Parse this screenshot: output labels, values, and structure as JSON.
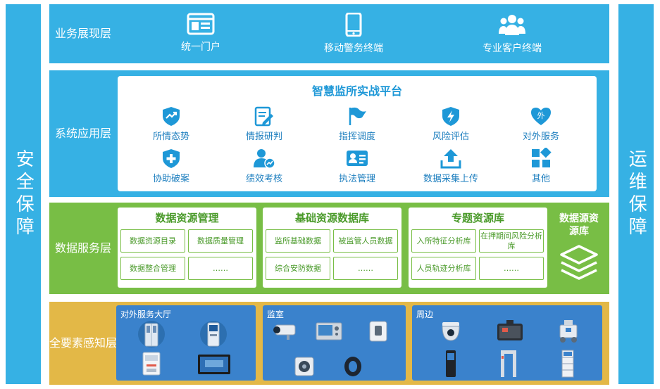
{
  "side_left": "安全保障",
  "side_right": "运维保障",
  "business_layer": {
    "label": "业务展现层",
    "items": [
      {
        "label": "统一门户",
        "icon": "browser-window-icon"
      },
      {
        "label": "移动警务终端",
        "icon": "mobile-phone-icon"
      },
      {
        "label": "专业客户终端",
        "icon": "users-group-icon"
      }
    ]
  },
  "app_layer": {
    "label": "系统应用层",
    "platform_title": "智慧监所实战平台",
    "items": [
      {
        "label": "所情态势",
        "icon": "trend-shield-icon"
      },
      {
        "label": "情报研判",
        "icon": "report-pen-icon"
      },
      {
        "label": "指挥调度",
        "icon": "flag-icon"
      },
      {
        "label": "风险评估",
        "icon": "lightning-shield-icon"
      },
      {
        "label": "对外服务",
        "icon": "heart-badge-icon"
      },
      {
        "label": "协助破案",
        "icon": "plus-shield-icon"
      },
      {
        "label": "绩效考核",
        "icon": "user-chart-icon"
      },
      {
        "label": "执法管理",
        "icon": "id-card-icon"
      },
      {
        "label": "数据采集上传",
        "icon": "upload-icon"
      },
      {
        "label": "其他",
        "icon": "apps-grid-icon"
      }
    ],
    "heart_glyph": "外"
  },
  "data_layer": {
    "label": "数据服务层",
    "boxes": [
      {
        "title": "数据资源管理",
        "cells": [
          "数据资源目录",
          "数据质量管理",
          "数据整合管理",
          "……"
        ]
      },
      {
        "title": "基础资源数据库",
        "cells": [
          "监所基础数据",
          "被监管人员数据",
          "综合安防数据",
          "……"
        ]
      },
      {
        "title": "专题资源库",
        "cells": [
          "入所特征分析库",
          "在押期间风险分析库",
          "人员轨迹分析库",
          "……"
        ]
      }
    ],
    "source_label": "数据源资源库",
    "source_icon": "layers-stack-icon"
  },
  "perception_layer": {
    "label": "全要素感知层",
    "zones": [
      {
        "title": "对外服务大厅",
        "devices": [
          "cabinet-kiosk-icon",
          "terminal-kiosk-icon",
          "printer-kiosk-icon",
          "display-screen-icon"
        ]
      },
      {
        "title": "监室",
        "devices": [
          "bullet-camera-icon",
          "intercom-panel-icon",
          "wall-terminal-icon",
          "speaker-device-icon",
          "wristband-icon"
        ]
      },
      {
        "title": "周边",
        "devices": [
          "dome-camera-icon",
          "equipment-case-icon",
          "robot-device-icon",
          "pillar-terminal-icon",
          "security-gate-icon",
          "storage-rack-icon"
        ]
      }
    ]
  },
  "colors": {
    "blue_layer": "#36b1e4",
    "green_layer": "#78be45",
    "yellow_layer": "#e3b847",
    "zone_blue": "#3a82cc",
    "icon_blue": "#1e98d7"
  }
}
